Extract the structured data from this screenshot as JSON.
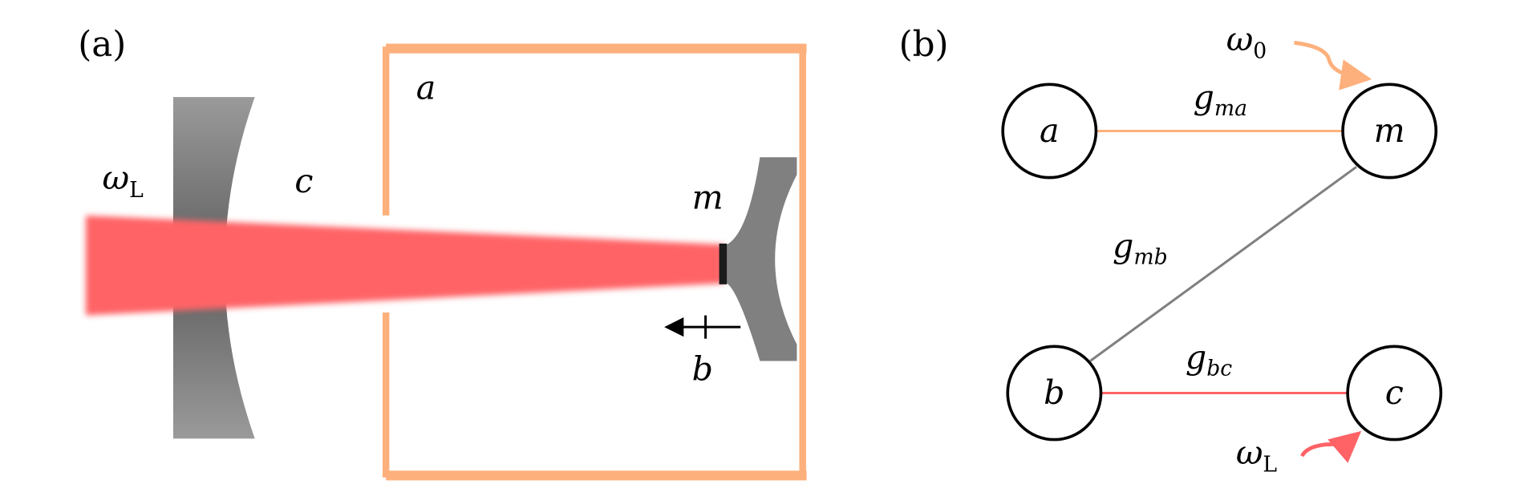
{
  "panel_a": {
    "panel_label": "(a)",
    "labels": {
      "laser": "ω",
      "laser_sub": "L",
      "optical_mode": "c",
      "microwave_mode": "a",
      "magnon_mode": "m",
      "phonon_mode": "b"
    }
  },
  "panel_b": {
    "panel_label": "(b)",
    "nodes": {
      "a": "a",
      "m": "m",
      "b": "b",
      "c": "c"
    },
    "couplings": {
      "gma": {
        "base": "g",
        "sub": "ma"
      },
      "gmb": {
        "base": "g",
        "sub": "mb"
      },
      "gbc": {
        "base": "g",
        "sub": "bc"
      }
    },
    "drives": {
      "omega0": {
        "base": "ω",
        "sub": "0"
      },
      "omegaL": {
        "base": "ω",
        "sub": "L"
      }
    }
  },
  "colors": {
    "orange": "#fdb07c",
    "red": "#ff6366",
    "gray": "#808080",
    "black": "#000000"
  }
}
